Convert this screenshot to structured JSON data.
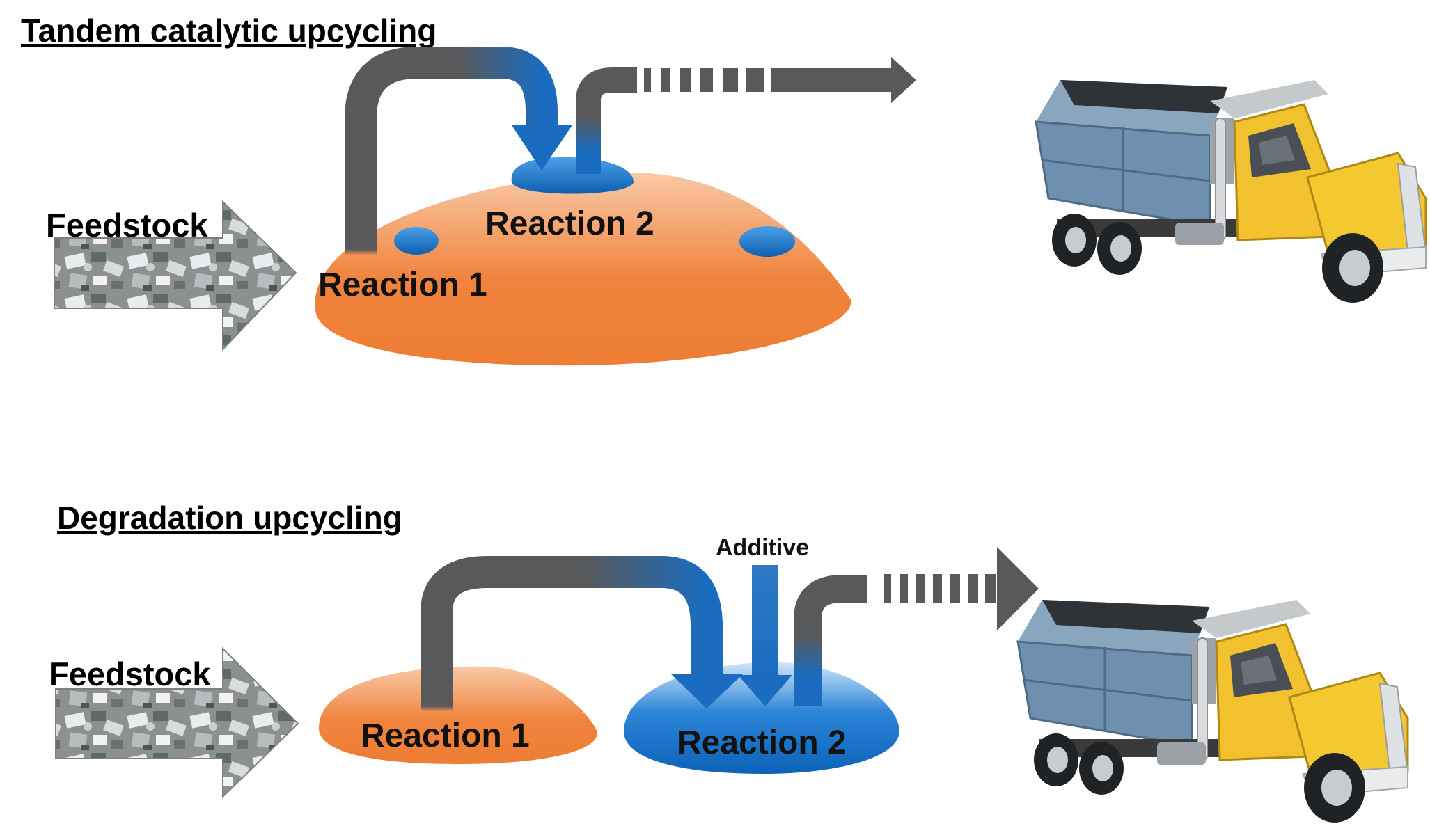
{
  "panels": {
    "top": {
      "heading": "Tandem catalytic upcycling",
      "feedstock_label": "Feedstock",
      "reaction1_label": "Reaction 1",
      "reaction2_label": "Reaction 2"
    },
    "bottom": {
      "heading": "Degradation upcycling",
      "feedstock_label": "Feedstock",
      "reaction1_label": "Reaction 1",
      "reaction2_label": "Reaction 2",
      "additive_label": "Additive"
    }
  },
  "colors": {
    "arrow_gray": "#58595b",
    "catalyst_blue": "#1a6fc2",
    "support_orange": "#f0823c",
    "truck_yellow": "#f2c12e",
    "truck_bed_blue": "#6f8fae"
  }
}
